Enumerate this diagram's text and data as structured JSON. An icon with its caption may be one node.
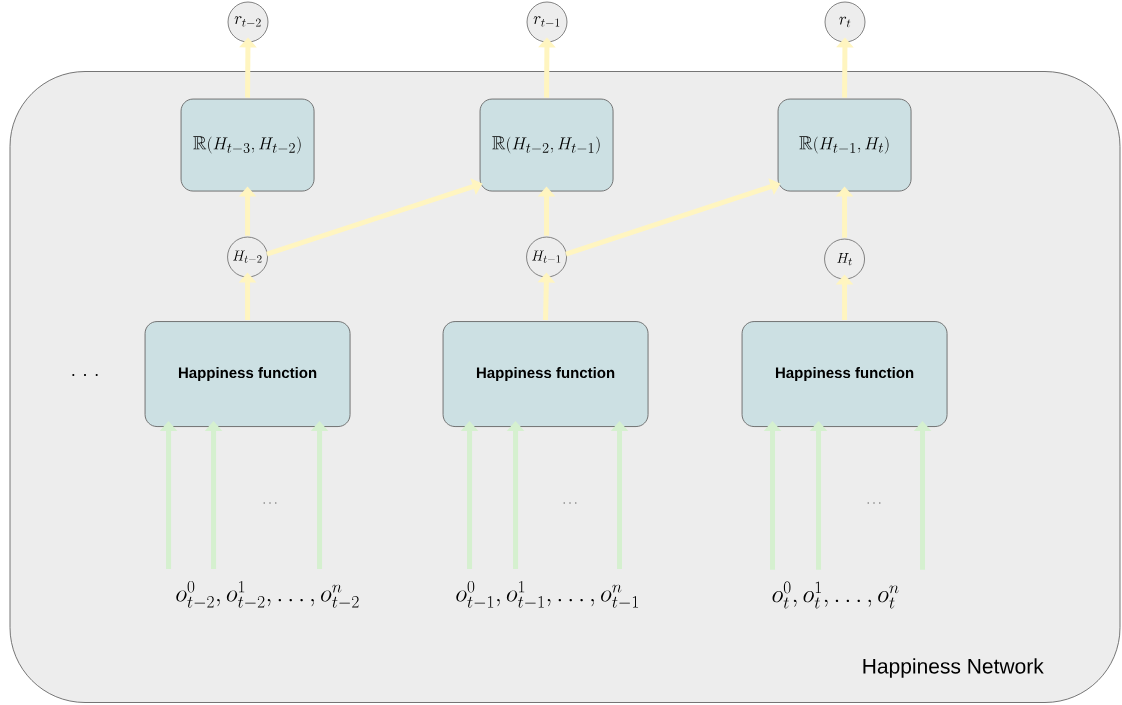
{
  "diagram": {
    "nodes": [
      {
        "text": [
          "Happiness Network"
        ]
      },
      {
        "text": [
          "r_{t-2}"
        ]
      },
      {
        "text": [
          "r_{t-1}"
        ]
      },
      {
        "text": [
          "r_t"
        ]
      },
      {
        "text": [
          "\\mathbb{R}(H_{t-3},H_{t-2})"
        ],
        "in": 0
      },
      {
        "text": [
          "\\mathbb{R}(H_{t-2},H_{t-1})"
        ],
        "in": 0
      },
      {
        "text": [
          "\\mathbb{R}(H_{t-1},H_t)"
        ],
        "in": 0
      },
      {
        "text": [
          "H_{t-2}"
        ],
        "in": 0
      },
      {
        "text": [
          "H_{t-1}"
        ],
        "in": 0
      },
      {
        "text": [
          "H_t"
        ],
        "in": 0
      },
      {
        "text": [
          "Happiness function"
        ],
        "in": 0
      },
      {
        "text": [
          "Happiness function"
        ],
        "in": 0
      },
      {
        "text": [
          "Happiness function"
        ],
        "in": 0
      },
      {
        "text": [
          "o^0_{t-2},o^1_{t-2},\\ldots,o^n_{t-2}"
        ],
        "in": 0
      },
      {
        "text": [
          "o^0_{t-1},o^1_{t-1},\\ldots,o^n_{t-1}"
        ],
        "in": 0
      },
      {
        "text": [
          "o^0_t,o^1_t,\\ldots,o^n_t"
        ],
        "in": 0
      }
    ],
    "edges": [
      {
        "from": 4,
        "to": 1,
        "arrow": "to"
      },
      {
        "from": 5,
        "to": 2,
        "arrow": "to"
      },
      {
        "from": 6,
        "to": 3,
        "arrow": "to"
      },
      {
        "from": 7,
        "to": 4,
        "arrow": "to"
      },
      {
        "from": 7,
        "to": 5,
        "arrow": "to"
      },
      {
        "from": 8,
        "to": 5,
        "arrow": "to"
      },
      {
        "from": 8,
        "to": 6,
        "arrow": "to"
      },
      {
        "from": 9,
        "to": 6,
        "arrow": "to"
      },
      {
        "from": 10,
        "to": 7,
        "arrow": "to"
      },
      {
        "from": 11,
        "to": 8,
        "arrow": "to"
      },
      {
        "from": 12,
        "to": 9,
        "arrow": "to"
      },
      {
        "from": 13,
        "to": 10,
        "arrow": "to",
        "color": "#d5f0cf"
      },
      {
        "from": 13,
        "to": 10,
        "arrow": "to",
        "color": "#d5f0cf"
      },
      {
        "from": 13,
        "to": 10,
        "arrow": "to",
        "color": "#d5f0cf"
      },
      {
        "from": 14,
        "to": 11,
        "arrow": "to",
        "color": "#d5f0cf"
      },
      {
        "from": 14,
        "to": 11,
        "arrow": "to",
        "color": "#d5f0cf"
      },
      {
        "from": 14,
        "to": 11,
        "arrow": "to",
        "color": "#d5f0cf"
      },
      {
        "from": 15,
        "to": 12,
        "arrow": "to",
        "color": "#d5f0cf"
      },
      {
        "from": 15,
        "to": 12,
        "arrow": "to",
        "color": "#d5f0cf"
      },
      {
        "from": 15,
        "to": 12,
        "arrow": "to",
        "color": "#d5f0cf"
      }
    ],
    "labels": [
      ". . .",
      ". . .",
      ". . .",
      ". . ."
    ]
  }
}
